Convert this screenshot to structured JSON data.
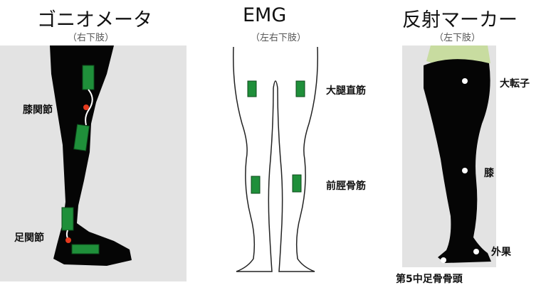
{
  "panels": [
    {
      "title": "ゴニオメータ",
      "subtitle": "（右下肢）",
      "labels": {
        "knee": "膝関節",
        "ankle": "足関節"
      }
    },
    {
      "title": "EMG",
      "subtitle": "（左右下肢）",
      "labels": {
        "thigh": "大腿直筋",
        "shin": "前脛骨筋"
      }
    },
    {
      "title": "反射マーカー",
      "subtitle": "（左下肢）",
      "labels": {
        "hip": "大転子",
        "knee": "膝",
        "ankle": "外果",
        "toe": "第5中足骨骨頭"
      }
    }
  ],
  "colors": {
    "photo_bg": "#e3e3e3",
    "leg_silhouette": "#050505",
    "sensor_green": "#1f8f3a",
    "joint_marker": "#e63a1e",
    "reflect_marker": "#ffffff",
    "shorts": "#c8dca0"
  }
}
